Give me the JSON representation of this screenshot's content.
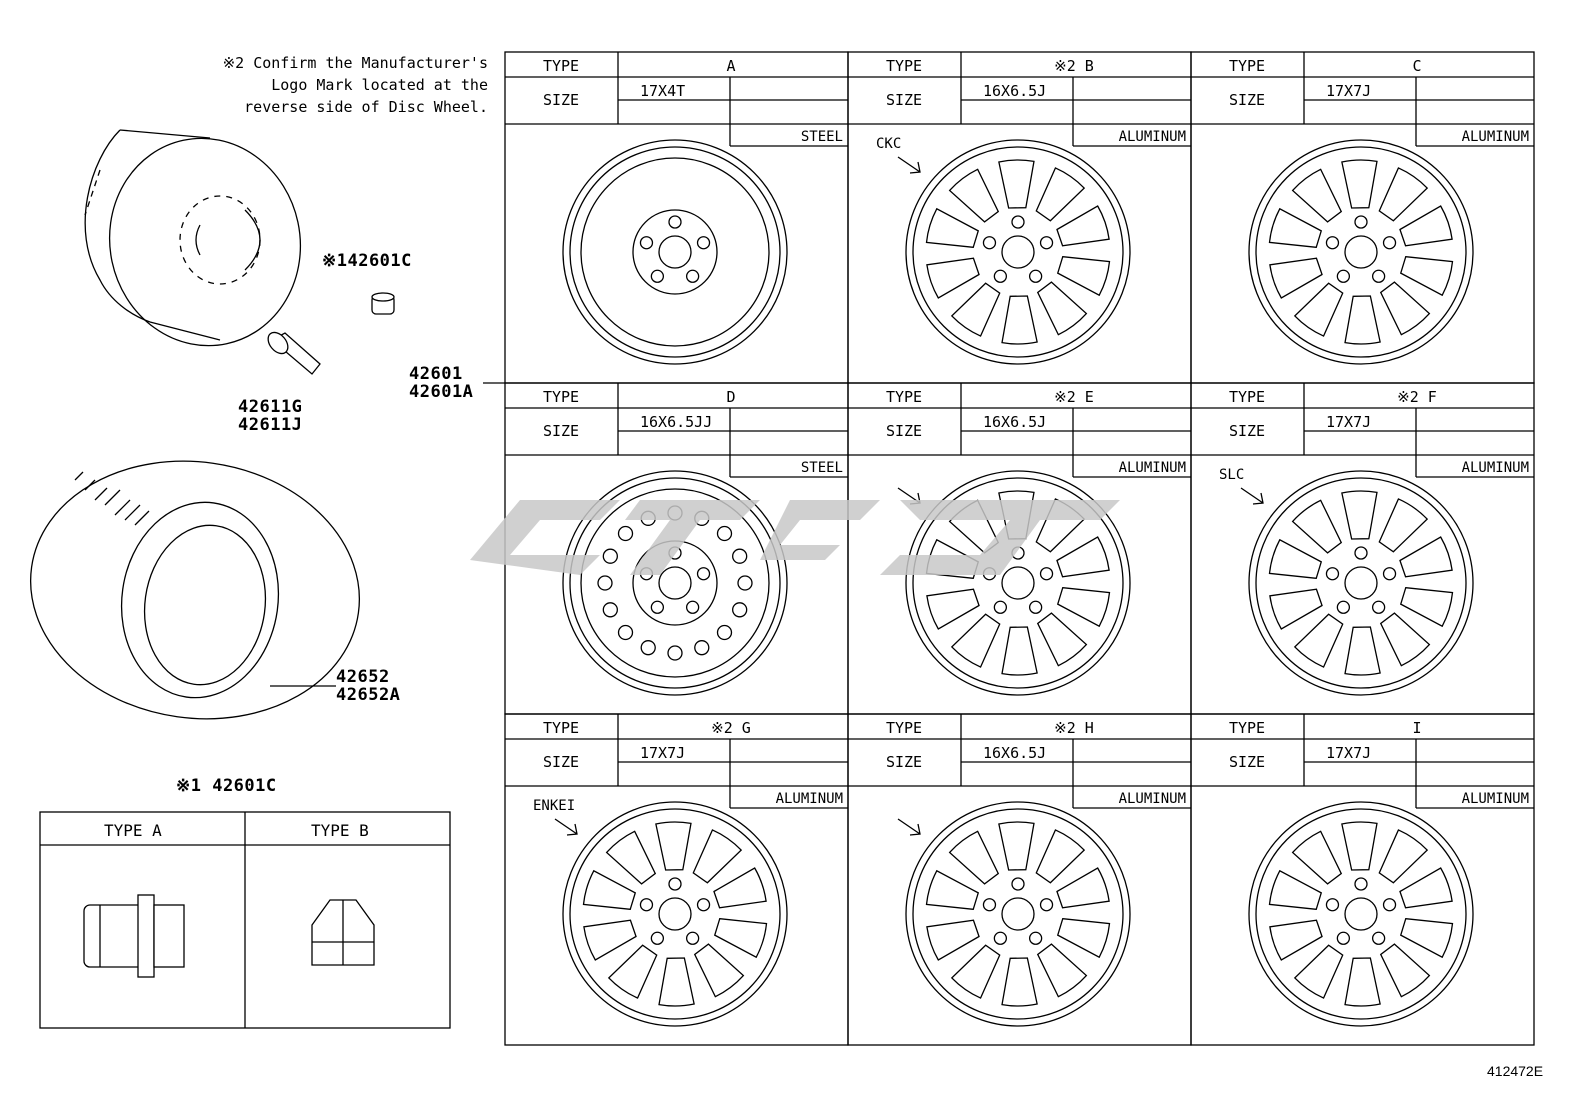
{
  "note": "※2 Confirm the Manufacturer's\nLogo Mark located at the\nreverse side of Disc Wheel.",
  "parts": {
    "cap": "※142601C",
    "valve_a": "42611G",
    "valve_b": "42611J",
    "wheel_a": "42601",
    "wheel_b": "42601A",
    "tire_a": "42652",
    "tire_b": "42652A",
    "nut": "※1 42601C"
  },
  "nut_table": {
    "type_a": "TYPE A",
    "type_b": "TYPE B"
  },
  "labels": {
    "type": "TYPE",
    "size": "SIZE"
  },
  "wheels": [
    {
      "id": "A",
      "type_value": "A",
      "size": "17X4T",
      "material": "STEEL",
      "mark": ""
    },
    {
      "id": "B",
      "type_value": "※2 B",
      "size": "16X6.5J",
      "material": "ALUMINUM",
      "mark": "CKC"
    },
    {
      "id": "C",
      "type_value": "C",
      "size": "17X7J",
      "material": "ALUMINUM",
      "mark": ""
    },
    {
      "id": "D",
      "type_value": "D",
      "size": "16X6.5JJ",
      "material": "STEEL",
      "mark": ""
    },
    {
      "id": "E",
      "type_value": "※2 E",
      "size": "16X6.5J",
      "material": "ALUMINUM",
      "mark": "logo-symbol"
    },
    {
      "id": "F",
      "type_value": "※2 F",
      "size": "17X7J",
      "material": "ALUMINUM",
      "mark": "SLC"
    },
    {
      "id": "G",
      "type_value": "※2 G",
      "size": "17X7J",
      "material": "ALUMINUM",
      "mark": "ENKEI"
    },
    {
      "id": "H",
      "type_value": "※2 H",
      "size": "16X6.5J",
      "material": "ALUMINUM",
      "mark": "logo-symbol"
    },
    {
      "id": "I",
      "type_value": "I",
      "size": "17X7J",
      "material": "ALUMINUM",
      "mark": ""
    }
  ],
  "figure_id": "412472E",
  "watermark_color": "#c8c8c8"
}
